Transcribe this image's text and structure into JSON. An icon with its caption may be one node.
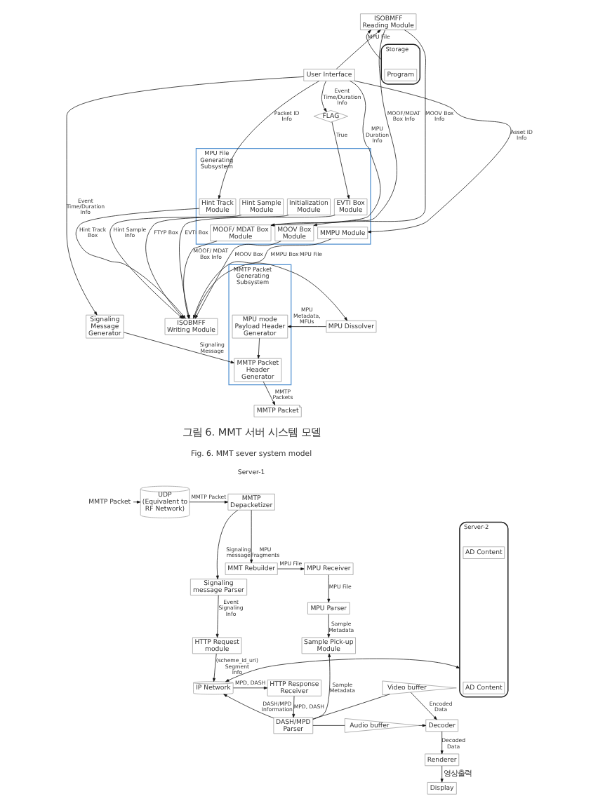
{
  "diagram": {
    "nodes": [
      {
        "text": [
          "Storage"
        ]
      },
      {
        "text": [
          "Program"
        ],
        "in": 0
      },
      {
        "text": [
          "ISOBMFF Reading Module"
        ]
      },
      {
        "text": [
          "User Interface"
        ]
      },
      {
        "text": [
          "FLAG"
        ]
      },
      {
        "text": [
          "MPU File Generating Subsystem"
        ]
      },
      {
        "text": [
          "Initialization Module"
        ],
        "in": 5
      },
      {
        "text": [
          "EVTI Box Module"
        ],
        "in": 5
      },
      {
        "text": [
          "Hint Track Module"
        ],
        "in": 5
      },
      {
        "text": [
          "Hint Sample Module"
        ],
        "in": 5
      },
      {
        "text": [
          "MMPU Module"
        ],
        "in": 5
      },
      {
        "text": [
          "MOOV Box Module"
        ],
        "in": 5
      },
      {
        "text": [
          "MOOF/ MDAT Box Module"
        ],
        "in": 5
      },
      {
        "text": [
          "Signaling Message Generator"
        ]
      },
      {
        "text": [
          "MMTP Packet Generating Subsystem"
        ]
      },
      {
        "text": [
          "MPU mode Payload Header Generator"
        ],
        "in": 14
      },
      {
        "text": [
          "MMTP Packet Header Generator"
        ],
        "in": 14
      },
      {
        "text": [
          "MPU Dissolver"
        ]
      },
      {
        "text": [
          "ISOBMFF Writing Module"
        ]
      },
      {
        "text": [
          "MMTP Packet"
        ]
      },
      {
        "text": [
          "MMTP Packet"
        ]
      },
      {
        "text": [
          "UDP",
          "(Equivalent to RF Network)"
        ]
      },
      {
        "text": [
          "MMTP Depacketizer"
        ]
      },
      {
        "text": [
          "MMT Rebuilder"
        ]
      },
      {
        "text": [
          "MPU Receiver"
        ]
      },
      {
        "text": [
          "Signaling message Parser"
        ]
      },
      {
        "text": [
          "MPU Parser"
        ]
      },
      {
        "text": [
          "Server-2"
        ]
      },
      {
        "text": [
          "AD Content"
        ],
        "in": 27
      },
      {
        "text": [
          "AD Content"
        ],
        "in": 27
      },
      {
        "text": [
          "HTTP Request module"
        ]
      },
      {
        "text": [
          "Sample Pick-up Module"
        ]
      },
      {
        "text": [
          "IP Network"
        ]
      },
      {
        "text": [
          "HTTP Response Receiver"
        ]
      },
      {
        "text": [
          "Video buffer"
        ]
      },
      {
        "text": [
          "Decoder"
        ]
      },
      {
        "text": [
          "DASH/MPD Parser"
        ]
      },
      {
        "text": [
          "Audio buffer"
        ]
      },
      {
        "text": [
          "Renderer"
        ]
      },
      {
        "text": [
          "Display"
        ]
      }
    ],
    "edges": [
      {
        "from": 0,
        "to": 2,
        "arrow": "to",
        "label": "MPU File"
      },
      {
        "from": 3,
        "to": 2,
        "arrow": "to"
      },
      {
        "from": 2,
        "to": 11,
        "arrow": "to",
        "label": "MOOV Box Info"
      },
      {
        "from": 2,
        "to": 12,
        "arrow": "to",
        "label": "MOOF/MDAT Box Info"
      },
      {
        "from": 3,
        "to": 10,
        "arrow": "to",
        "label": "Asset ID Info"
      },
      {
        "from": 3,
        "to": 4,
        "arrow": "to",
        "label": "Event Time/Duration Info"
      },
      {
        "from": 4,
        "to": 7,
        "arrow": "to",
        "label": "True"
      },
      {
        "from": 3,
        "to": 8,
        "arrow": "to",
        "label": "Packet ID Info"
      },
      {
        "from": 3,
        "to": 12,
        "arrow": "to",
        "label": "MPU Duration Info"
      },
      {
        "from": 3,
        "to": 13,
        "arrow": "to",
        "label": "Event Time/Duration Info"
      },
      {
        "from": 6,
        "to": 18,
        "arrow": "to",
        "label": "FTYP Box"
      },
      {
        "from": 10,
        "to": 18,
        "arrow": "to",
        "label": "MMPU Box"
      },
      {
        "from": 7,
        "to": 18,
        "arrow": "to",
        "label": "EVTI Box"
      },
      {
        "from": 11,
        "to": 18,
        "arrow": "to",
        "label": "MOOV Box"
      },
      {
        "from": 8,
        "to": 18,
        "arrow": "to",
        "label": "Hint Track Box"
      },
      {
        "from": 12,
        "to": 18,
        "arrow": "to",
        "label": "MOOF/ MDAT Box Info"
      },
      {
        "from": 9,
        "to": 18,
        "arrow": "to",
        "label": "Hint Sample Info"
      },
      {
        "from": 18,
        "to": 17,
        "arrow": "to",
        "label": "MPU File"
      },
      {
        "from": 17,
        "to": 15,
        "arrow": "to",
        "label": "MPU Metadata, MFUs"
      },
      {
        "from": 15,
        "to": 16,
        "arrow": "to"
      },
      {
        "from": 13,
        "to": 16,
        "arrow": "to",
        "label": "Signaling Message"
      },
      {
        "from": 16,
        "to": 19,
        "arrow": "to",
        "label": "MMTP Packets"
      },
      {
        "from": 20,
        "to": 21,
        "arrow": "to"
      },
      {
        "from": 21,
        "to": 22,
        "arrow": "to",
        "label": "MMTP Packet"
      },
      {
        "from": 22,
        "to": 23,
        "arrow": "to",
        "label": "MPU Fragments"
      },
      {
        "from": 22,
        "to": 25,
        "arrow": "to",
        "label": "Signaling message"
      },
      {
        "from": 23,
        "to": 24,
        "arrow": "to",
        "label": "MPU File"
      },
      {
        "from": 24,
        "to": 26,
        "arrow": "to",
        "label": "MPU File"
      },
      {
        "from": 25,
        "to": 30,
        "arrow": "to",
        "label": "Event Signaling Info"
      },
      {
        "from": 26,
        "to": 31,
        "arrow": "to",
        "label": "Sample Metadata"
      },
      {
        "from": 27,
        "to": 32,
        "arrow": "both"
      },
      {
        "from": 30,
        "to": 32,
        "arrow": "to",
        "label": "(scheme_id_uri) Segment Info"
      },
      {
        "from": 32,
        "to": 33,
        "arrow": "to",
        "label": "MPD, DASH"
      },
      {
        "from": 36,
        "to": 32,
        "arrow": "to",
        "label": "DASH/MPD Information"
      },
      {
        "from": 33,
        "to": 36,
        "arrow": "to",
        "label": "MPD, DASH"
      },
      {
        "from": 36,
        "to": 31,
        "arrow": "to",
        "label": "Sample Metadata"
      },
      {
        "from": 36,
        "to": 34,
        "arrow": "none"
      },
      {
        "from": 36,
        "to": 37,
        "arrow": "none"
      },
      {
        "from": 34,
        "to": 35,
        "arrow": "to",
        "label": "Encoded Data"
      },
      {
        "from": 37,
        "to": 35,
        "arrow": "to"
      },
      {
        "from": 35,
        "to": 38,
        "arrow": "to",
        "label": "Decoded Data"
      },
      {
        "from": 38,
        "to": 39,
        "arrow": "to",
        "label": "영상출력"
      }
    ],
    "labels": [
      "그림 6. MMT 서버 시스템 모델",
      "Fig. 6. MMT sever system model",
      "Server-1"
    ]
  }
}
